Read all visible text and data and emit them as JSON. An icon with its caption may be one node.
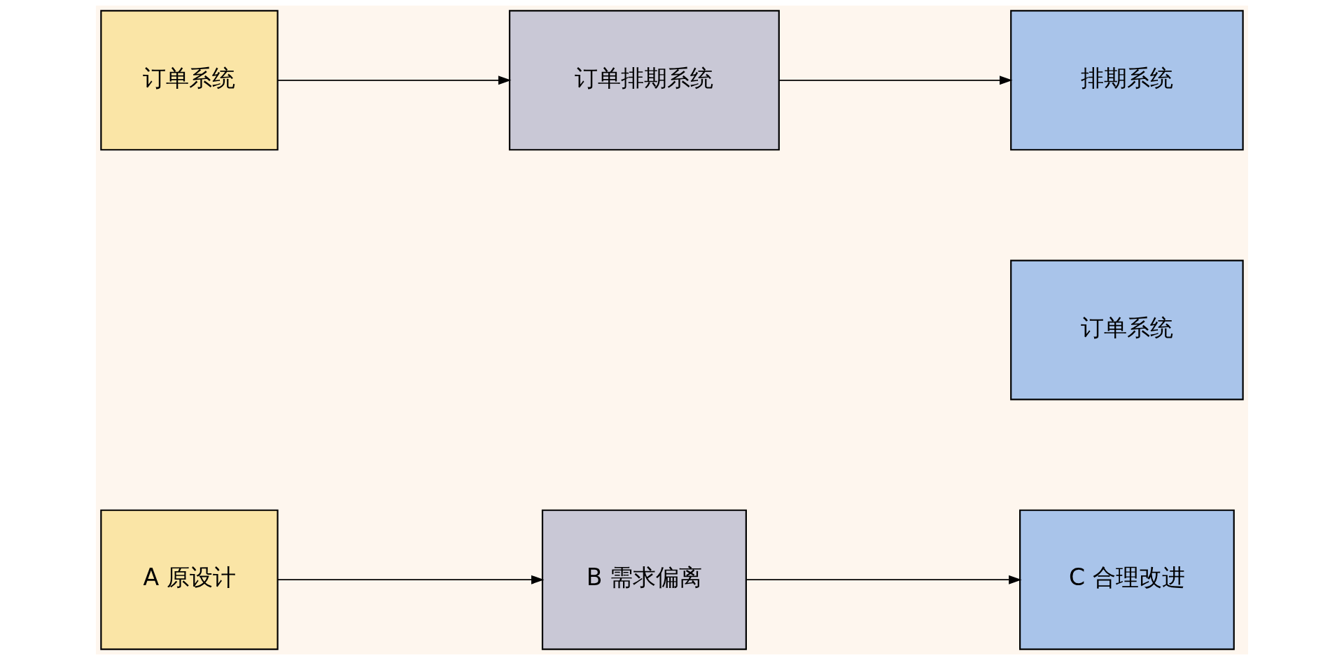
{
  "diagram": {
    "nodes": [
      {
        "text": [
          "A 原设计"
        ]
      },
      {
        "text": [
          "B 需求偏离"
        ]
      },
      {
        "text": [
          "C 合理改进"
        ]
      },
      {
        "text": [
          "订单系统"
        ]
      },
      {
        "text": [
          "订单排期系统"
        ]
      },
      {
        "text": [
          "排期系统"
        ]
      },
      {
        "text": [
          "订单系统"
        ]
      }
    ],
    "edges": [
      {
        "from": 0,
        "to": 1,
        "arrow": "to"
      },
      {
        "from": 1,
        "to": 2,
        "arrow": "to"
      },
      {
        "from": 3,
        "to": 4,
        "arrow": "to"
      },
      {
        "from": 4,
        "to": 5,
        "arrow": "to"
      }
    ]
  }
}
